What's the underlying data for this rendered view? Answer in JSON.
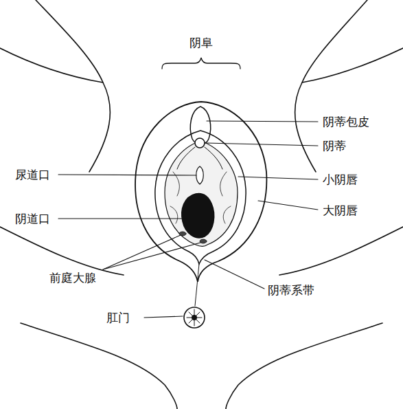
{
  "diagram": {
    "labels": [
      "阴阜",
      "阴蒂包皮",
      "阴蒂",
      "尿道口",
      "小阴唇",
      "阴道口",
      "大阴唇",
      "前庭大腺",
      "阴蒂系带",
      "肛门"
    ]
  }
}
